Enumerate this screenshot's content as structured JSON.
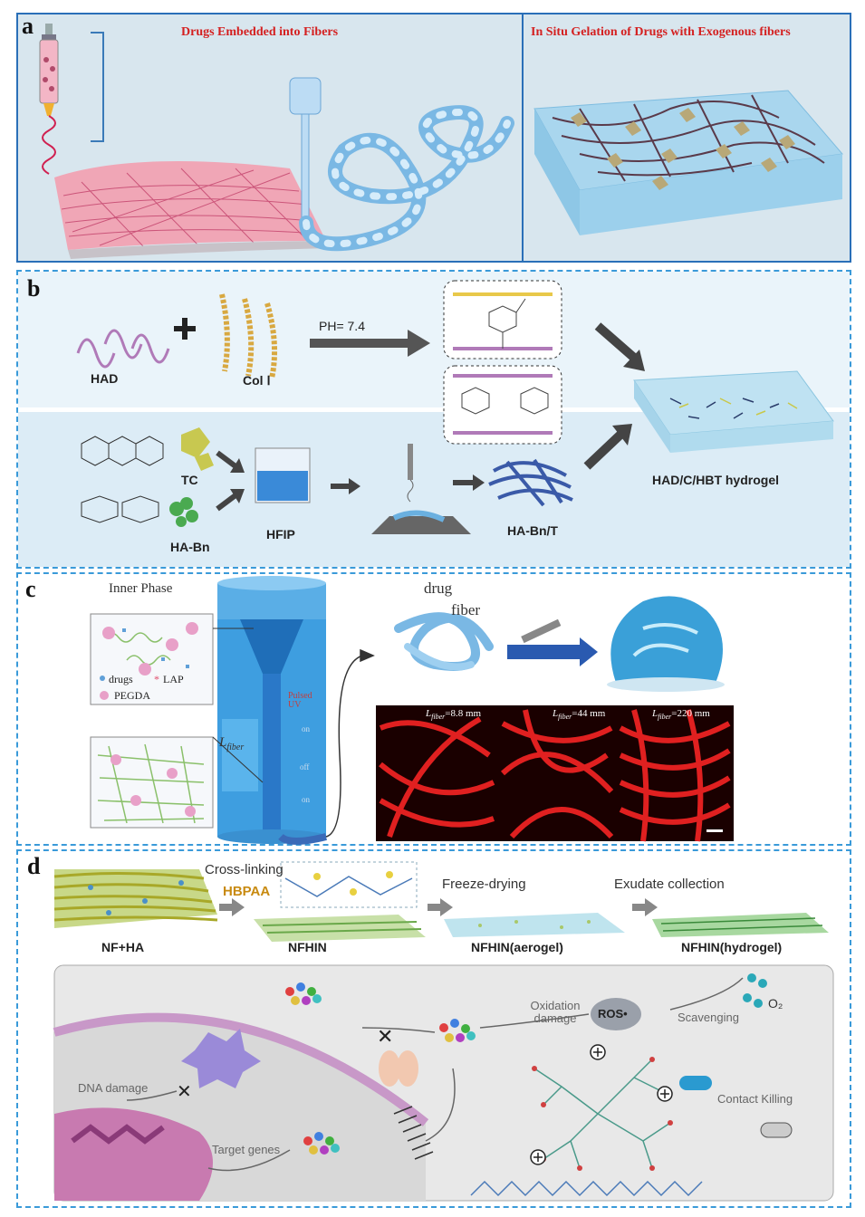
{
  "panel_a": {
    "label": "a",
    "title_left": "Drugs Embedded into Fibers",
    "title_right": "In Situ Gelation of Drugs with Exogenous fibers"
  },
  "panel_b": {
    "label": "b",
    "had": "HAD",
    "col": "Col Ⅰ",
    "ph": "PH= 7.4",
    "tc": "TC",
    "ha_bn": "HA-Bn",
    "hfip": "HFIP",
    "ha_bn_t": "HA-Bn/T",
    "hydrogel": "HAD/C/HBT hydrogel"
  },
  "panel_c": {
    "label": "c",
    "inner_phase": "Inner Phase",
    "legend_drugs": "drugs",
    "legend_lap": "LAP",
    "legend_pegda": "PEGDA",
    "pulsed_uv": "Pulsed UV",
    "on": "on",
    "off": "off",
    "l_fiber": "L",
    "l_fiber_sub": "fiber",
    "drug": "drug",
    "fiber": "fiber",
    "micro1": "=8.8 mm",
    "micro2": "=44 mm",
    "micro3": "=220 mm"
  },
  "panel_d": {
    "label": "d",
    "cross_linking": "Cross-linking",
    "hbpaa": "HBPAA",
    "freeze_drying": "Freeze-drying",
    "exudate": "Exudate collection",
    "nf_ha": "NF+HA",
    "nfhin": "NFHIN",
    "nfhin_aerogel": "NFHIN(aerogel)",
    "nfhin_hydrogel": "NFHIN(hydrogel)",
    "oxidation": "Oxidation damage",
    "ros": "ROS•",
    "scavenging": "Scavenging",
    "o2": "O₂",
    "dna_damage": "DNA damage",
    "target_genes": "Target genes",
    "contact_killing": "Contact Killing"
  }
}
